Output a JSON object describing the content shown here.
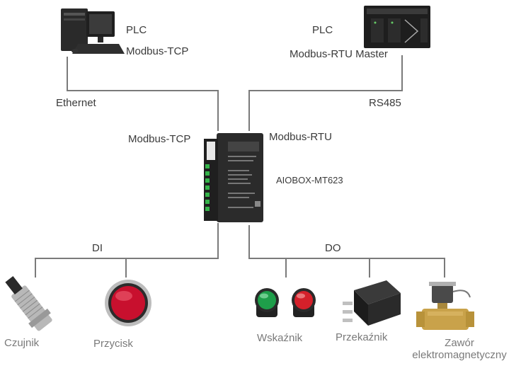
{
  "top_left": {
    "device": "PLC",
    "protocol": "Modbus-TCP",
    "link": "Ethernet"
  },
  "top_right": {
    "device": "PLC",
    "protocol": "Modbus-RTU Master",
    "link": "RS485"
  },
  "gateway": {
    "left_port": "Modbus-TCP",
    "right_port": "Modbus-RTU",
    "model": "AIOBOX-MT623"
  },
  "branches": {
    "di": "DI",
    "do": "DO"
  },
  "devices": {
    "sensor": "Czujnik",
    "button": "Przycisk",
    "indicator": "Wskaźnik",
    "relay": "Przekaźnik",
    "valve": "Zawór elektromagnetyczny"
  },
  "colors": {
    "line": "#7a7a7a",
    "module_body": "#2b2b2b",
    "terminal_green": "#35b34a",
    "button_red": "#c8102e",
    "indicator_green": "#1e9e4a",
    "indicator_red": "#d4202a",
    "valve_brass": "#c9a24a"
  }
}
